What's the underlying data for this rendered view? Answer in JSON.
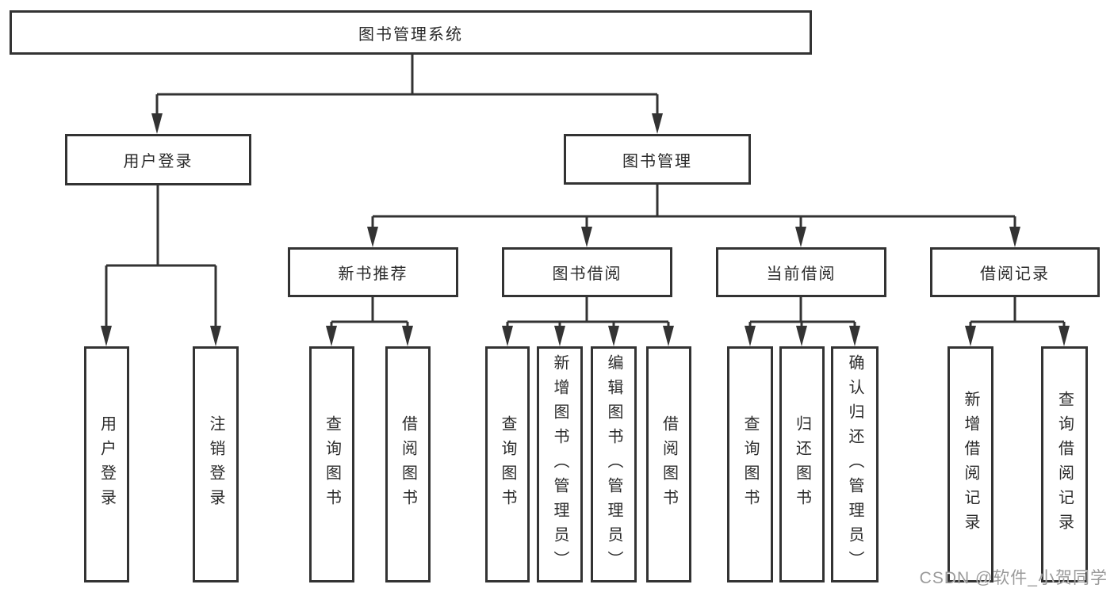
{
  "tree": {
    "label": "图书管理系统",
    "children": [
      {
        "label": "用户登录",
        "children": [
          {
            "label": "用户登录"
          },
          {
            "label": "注销登录"
          }
        ]
      },
      {
        "label": "图书管理",
        "children": [
          {
            "label": "新书推荐",
            "children": [
              {
                "label": "查询图书"
              },
              {
                "label": "借阅图书"
              }
            ]
          },
          {
            "label": "图书借阅",
            "children": [
              {
                "label": "查询图书"
              },
              {
                "label": "新增图书（管理员）"
              },
              {
                "label": "编辑图书（管理员）"
              },
              {
                "label": "借阅图书"
              }
            ]
          },
          {
            "label": "当前借阅",
            "children": [
              {
                "label": "查询图书"
              },
              {
                "label": "归还图书"
              },
              {
                "label": "确认归还（管理员）"
              }
            ]
          },
          {
            "label": "借阅记录",
            "children": [
              {
                "label": "新增借阅记录"
              },
              {
                "label": "查询借阅记录"
              }
            ]
          }
        ]
      }
    ]
  },
  "watermark": "CSDN @软件_小贺同学",
  "colors": {
    "line": "#333333",
    "text": "#2b2b2b",
    "watermark": "#9a9a9a",
    "background": "#ffffff"
  }
}
